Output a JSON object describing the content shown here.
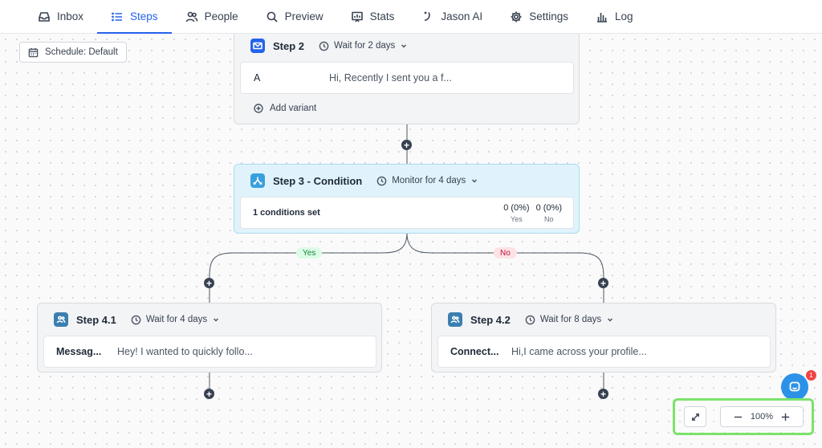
{
  "nav": {
    "items": [
      {
        "label": "Inbox",
        "icon": "inbox-icon",
        "active": false
      },
      {
        "label": "Steps",
        "icon": "list-icon",
        "active": true
      },
      {
        "label": "People",
        "icon": "people-icon",
        "active": false
      },
      {
        "label": "Preview",
        "icon": "search-icon",
        "active": false
      },
      {
        "label": "Stats",
        "icon": "stats-icon",
        "active": false
      },
      {
        "label": "Jason AI",
        "icon": "ai-icon",
        "active": false
      },
      {
        "label": "Settings",
        "icon": "gear-icon",
        "active": false
      },
      {
        "label": "Log",
        "icon": "bar-chart-icon",
        "active": false
      }
    ]
  },
  "schedule": {
    "label": "Schedule: Default"
  },
  "step2": {
    "title": "Step 2",
    "wait": "Wait for 2 days",
    "variant": {
      "label": "A",
      "preview": "Hi, Recently I sent you a f..."
    },
    "add_variant": "Add variant"
  },
  "step3": {
    "title": "Step 3 - Condition",
    "monitor": "Monitor for 4 days",
    "conditions": "1 conditions set",
    "yes_value": "0 (0%)",
    "yes_label": "Yes",
    "no_value": "0 (0%)",
    "no_label": "No"
  },
  "branches": {
    "yes": "Yes",
    "no": "No"
  },
  "step41": {
    "title": "Step 4.1",
    "wait": "Wait for 4 days",
    "type_label": "Messag...",
    "preview": "Hey! I wanted to quickly follo..."
  },
  "step42": {
    "title": "Step 4.2",
    "wait": "Wait for 8 days",
    "type_label": "Connect...",
    "preview": "Hi,I came across your profile..."
  },
  "zoom": {
    "level": "100%"
  },
  "chat": {
    "badge": "1"
  },
  "colors": {
    "accent": "#2563eb",
    "email_icon_bg": "#2563eb",
    "condition_icon_bg": "#3aa0dc",
    "linkedin_icon_bg": "#3b7fb0",
    "highlight_border": "#7be36a"
  }
}
